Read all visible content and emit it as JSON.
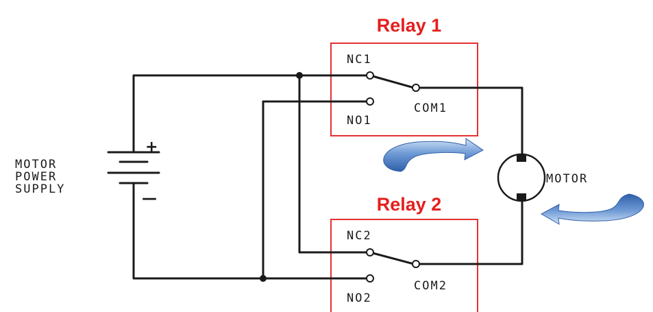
{
  "relay1": {
    "title": "Relay 1",
    "nc_label": "NC1",
    "no_label": "NO1",
    "com_label": "COM1"
  },
  "relay2": {
    "title": "Relay 2",
    "nc_label": "NC2",
    "no_label": "NO2",
    "com_label": "COM2"
  },
  "power_supply": {
    "label_lines": [
      "MOTOR",
      "POWER",
      "SUPPLY"
    ],
    "positive_sign": "+",
    "negative_sign": "—"
  },
  "motor": {
    "label": "MOTOR"
  },
  "colors": {
    "relay_accent": "#e41e1e",
    "wire": "#1a1a1a",
    "arrow_blue": "#3b6fb6"
  },
  "icons": [
    "clockwise-rotation-arrow-icon",
    "counterclockwise-rotation-arrow-icon"
  ]
}
